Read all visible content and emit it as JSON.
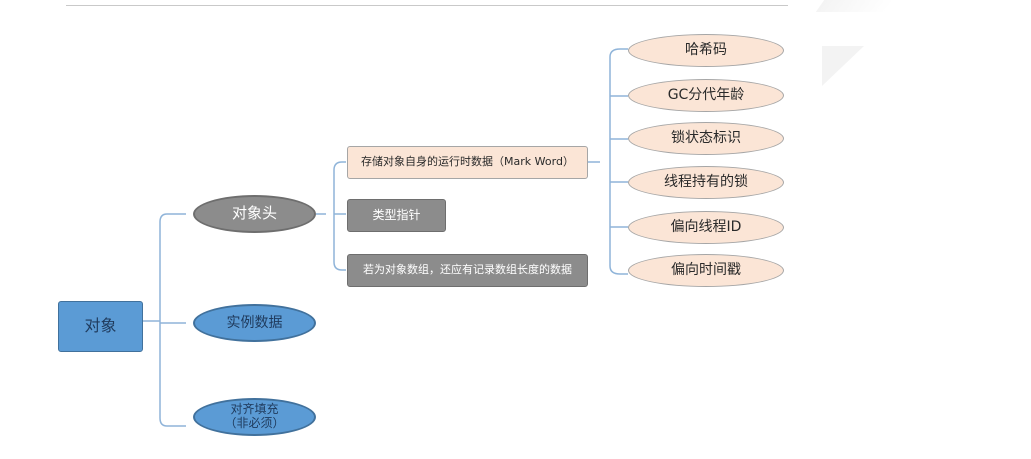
{
  "diagram": {
    "root": {
      "label": "对象"
    },
    "level1": [
      {
        "label": "对象头"
      },
      {
        "label": "实例数据"
      },
      {
        "label": "对齐填充（非必须）"
      }
    ],
    "header_parts": [
      {
        "label": "存储对象自身的运行时数据（Mark Word）"
      },
      {
        "label": "类型指针"
      },
      {
        "label": "若为对象数组，还应有记录数组长度的数据"
      }
    ],
    "mark_word_fields": [
      {
        "label": "哈希码"
      },
      {
        "label": "GC分代年龄"
      },
      {
        "label": "锁状态标识"
      },
      {
        "label": "线程持有的锁"
      },
      {
        "label": "偏向线程ID"
      },
      {
        "label": "偏向时间戳"
      }
    ]
  },
  "colors": {
    "root_fill": "#5b9bd5",
    "object_header_fill": "#8c8c8c",
    "blue_fill": "#5b9bd5",
    "peach_fill": "#fbe5d6",
    "grey_box_fill": "#8c8c8c",
    "bracket_line": "#8fb4d9"
  }
}
